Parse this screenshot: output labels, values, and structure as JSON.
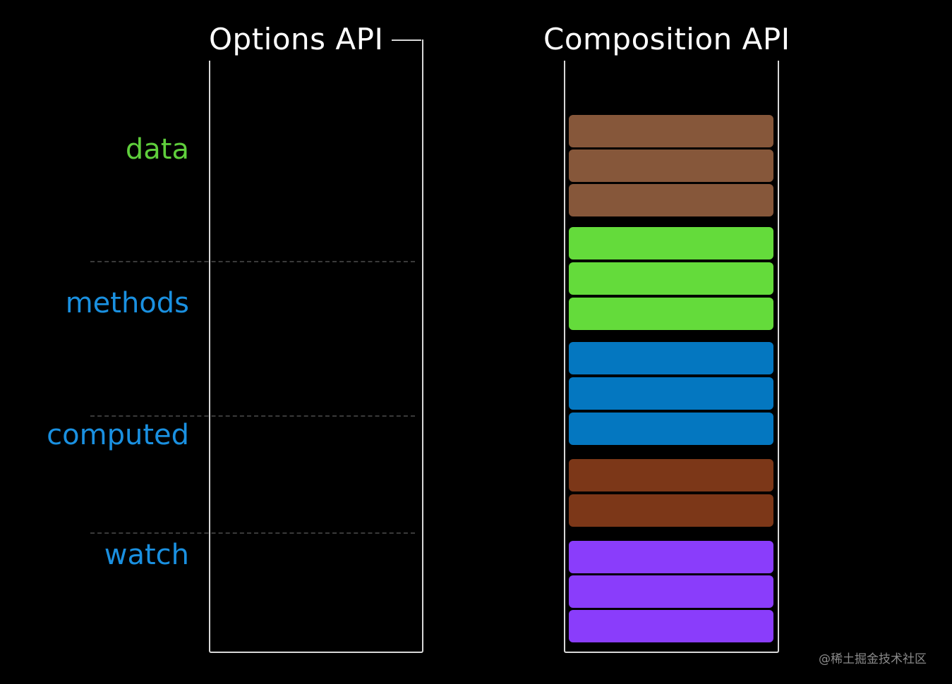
{
  "titles": {
    "options": "Options API",
    "composition": "Composition API"
  },
  "sections": [
    {
      "label": "data",
      "color": "#5fcf3c"
    },
    {
      "label": "methods",
      "color": "#1a90e0"
    },
    {
      "label": "computed",
      "color": "#1a90e0"
    },
    {
      "label": "watch",
      "color": "#1a90e0"
    }
  ],
  "blocks": [
    {
      "color": "#86573a"
    },
    {
      "color": "#86573a"
    },
    {
      "color": "#86573a"
    },
    {
      "color": "#64db3b"
    },
    {
      "color": "#64db3b"
    },
    {
      "color": "#64db3b"
    },
    {
      "color": "#0477c0"
    },
    {
      "color": "#0477c0"
    },
    {
      "color": "#0477c0"
    },
    {
      "color": "#7c3718"
    },
    {
      "color": "#7c3718"
    },
    {
      "color": "#8a3dfb"
    },
    {
      "color": "#8a3dfb"
    },
    {
      "color": "#8a3dfb"
    }
  ],
  "watermark": "@稀土掘金技术社区"
}
